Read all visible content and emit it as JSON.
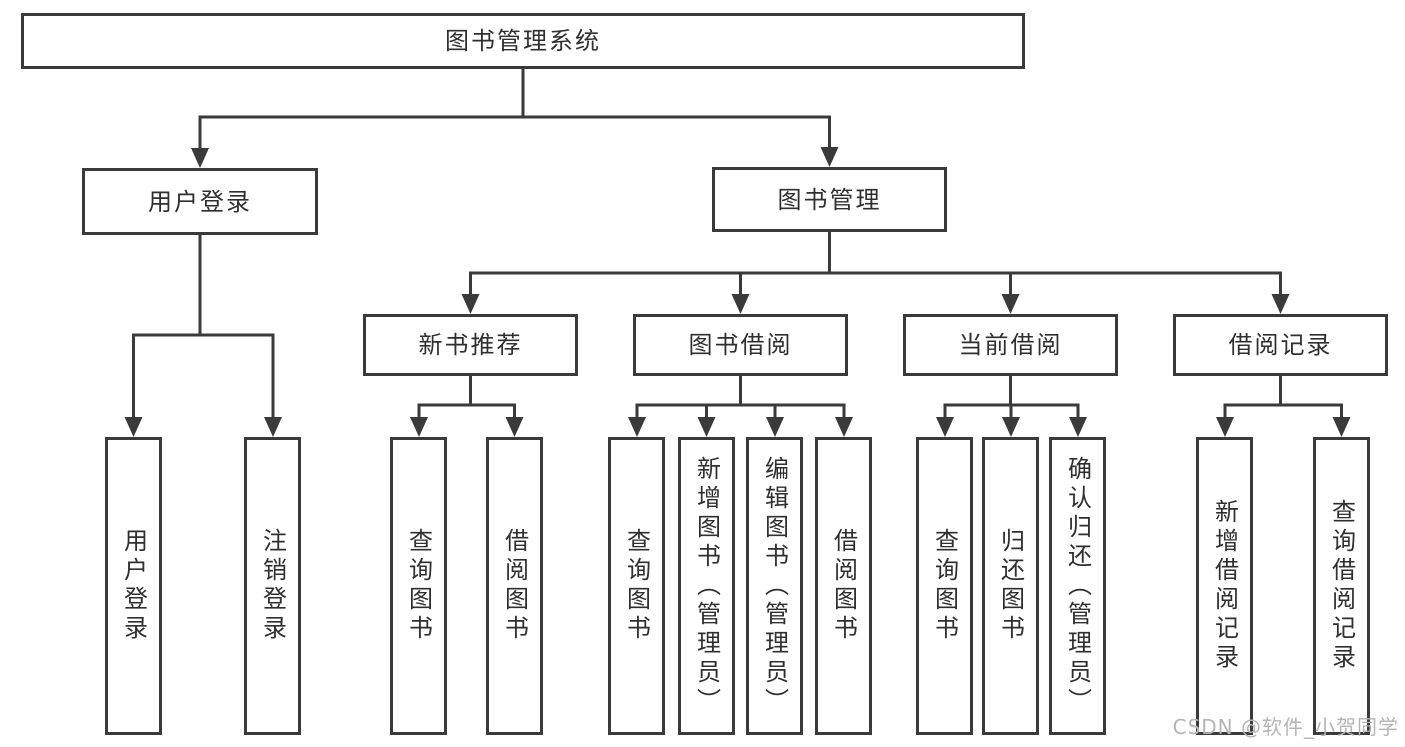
{
  "diagram": {
    "root": {
      "label": "图书管理系统"
    },
    "branches": [
      {
        "label": "用户登录",
        "children": [
          {
            "label": "用户登录"
          },
          {
            "label": "注销登录"
          }
        ]
      },
      {
        "label": "图书管理",
        "children": [
          {
            "label": "新书推荐",
            "children": [
              {
                "label": "查询图书"
              },
              {
                "label": "借阅图书"
              }
            ]
          },
          {
            "label": "图书借阅",
            "children": [
              {
                "label": "查询图书"
              },
              {
                "label": "新增图书（管理员）"
              },
              {
                "label": "编辑图书（管理员）"
              },
              {
                "label": "借阅图书"
              }
            ]
          },
          {
            "label": "当前借阅",
            "children": [
              {
                "label": "查询图书"
              },
              {
                "label": "归还图书"
              },
              {
                "label": "确认归还（管理员）"
              }
            ]
          },
          {
            "label": "借阅记录",
            "children": [
              {
                "label": "新增借阅记录"
              },
              {
                "label": "查询借阅记录"
              }
            ]
          }
        ]
      }
    ],
    "watermark": "CSDN @软件_小贺同学",
    "colors": {
      "line": "#3a3a3a",
      "text": "#2f2f2f",
      "watermark": "#b5b5b5",
      "background": "#ffffff"
    }
  }
}
